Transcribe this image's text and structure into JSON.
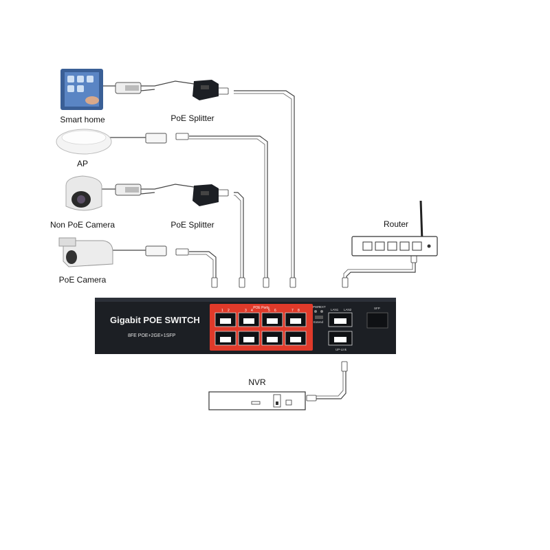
{
  "devices": {
    "smart_home": "Smart home",
    "ap": "AP",
    "non_poe_camera": "Non PoE Camera",
    "poe_camera": "PoE Camera",
    "splitter_top": "PoE Splitter",
    "splitter_mid": "PoE Splitter",
    "router": "Router",
    "nvr": "NVR"
  },
  "switch": {
    "title": "Gigabit POE SWITCH",
    "subtitle": "8FE POE+2GE+1SFP",
    "poe_ports_label": "POE Ports",
    "port_numbers_top": [
      "1",
      "2",
      "3",
      "4",
      "5",
      "6",
      "7",
      "8"
    ],
    "indicator_pwr": "PWR",
    "indicator_ext": "EXT",
    "extend_label": "Extend",
    "lan1_label": "LAN1",
    "lan2_label": "LAN2",
    "uplink_label": "UP-Link",
    "sfp_label": "SFP"
  },
  "colors": {
    "switch_body": "#1c1f24",
    "poe_highlight": "#e03a2a",
    "cable": "#444444"
  }
}
